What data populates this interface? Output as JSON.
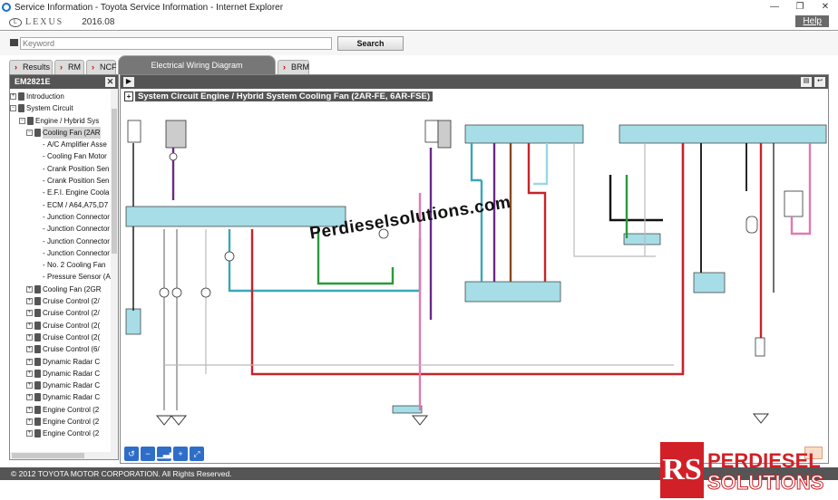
{
  "window": {
    "title": "Service Information - Toyota Service Information - Internet Explorer",
    "controls": [
      "—",
      "❐",
      "✕"
    ]
  },
  "header": {
    "brand": "LEXUS",
    "version": "2016.08",
    "help": "Help"
  },
  "search": {
    "placeholder": "Keyword",
    "button": "Search"
  },
  "tabs": [
    {
      "label": "Results"
    },
    {
      "label": "RM"
    },
    {
      "label": "NCF"
    },
    {
      "label": "Electrical Wiring Diagram"
    },
    {
      "label": "BRM"
    }
  ],
  "left_panel": {
    "code": "EM2821E",
    "close": "✕",
    "tree": [
      {
        "label": "Introduction",
        "level": 1,
        "expander": "+"
      },
      {
        "label": "System Circuit",
        "level": 1,
        "expander": "−"
      },
      {
        "label": "Engine / Hybrid Sys",
        "level": 2,
        "expander": "−"
      },
      {
        "label": "Cooling Fan (2AR",
        "level": 3,
        "expander": "−",
        "selected": true
      },
      {
        "label": "A/C Amplifier Asse",
        "level": 4
      },
      {
        "label": "Cooling Fan Motor",
        "level": 4
      },
      {
        "label": "Crank Position Sen",
        "level": 4
      },
      {
        "label": "Crank Position Sen",
        "level": 4
      },
      {
        "label": "E.F.I. Engine Coola",
        "level": 4
      },
      {
        "label": "ECM / A64,A75,D7",
        "level": 4
      },
      {
        "label": "Junction Connector",
        "level": 4
      },
      {
        "label": "Junction Connector",
        "level": 4
      },
      {
        "label": "Junction Connector",
        "level": 4
      },
      {
        "label": "Junction Connector",
        "level": 4
      },
      {
        "label": "No. 2 Cooling Fan",
        "level": 4
      },
      {
        "label": "Pressure Sensor (A",
        "level": 4
      },
      {
        "label": "Cooling Fan (2GR",
        "level": 3,
        "expander": "+"
      },
      {
        "label": "Cruise Control (2/",
        "level": 3,
        "expander": "+"
      },
      {
        "label": "Cruise Control (2/",
        "level": 3,
        "expander": "+"
      },
      {
        "label": "Cruise Control (2(",
        "level": 3,
        "expander": "+"
      },
      {
        "label": "Cruise Control (2(",
        "level": 3,
        "expander": "+"
      },
      {
        "label": "Cruise Control (6/",
        "level": 3,
        "expander": "+"
      },
      {
        "label": "Dynamic Radar C",
        "level": 3,
        "expander": "+"
      },
      {
        "label": "Dynamic Radar C",
        "level": 3,
        "expander": "+"
      },
      {
        "label": "Dynamic Radar C",
        "level": 3,
        "expander": "+"
      },
      {
        "label": "Dynamic Radar C",
        "level": 3,
        "expander": "+"
      },
      {
        "label": "Engine Control (2",
        "level": 3,
        "expander": "+"
      },
      {
        "label": "Engine Control (2",
        "level": 3,
        "expander": "+"
      },
      {
        "label": "Engine Control (2",
        "level": 3,
        "expander": "+"
      }
    ]
  },
  "diagram": {
    "expander": "+",
    "title": "System Circuit  Engine / Hybrid System  Cooling Fan (2AR-FE, 6AR-FSE)",
    "zoom_controls": [
      "↺",
      "−",
      "▁▃▅",
      "+",
      "⤢"
    ]
  },
  "footer": {
    "copyright": "© 2012 TOYOTA MOTOR CORPORATION. All Rights Reserved."
  },
  "watermark": {
    "text": "Perdieselsolutions.com",
    "logo_letters": "RS",
    "logo_line1": "PERDIESEL",
    "logo_line2": "SOLUTIONS"
  },
  "colors": {
    "toolbar": "#555555",
    "wire_red": "#c8232b",
    "wire_green": "#2a9a3a",
    "wire_purple": "#6a2a86",
    "wire_cyan": "#3aa6b8",
    "wire_pink": "#e07ab0",
    "wire_brown": "#8a4a20",
    "connector_fill": "#a6dde6"
  }
}
